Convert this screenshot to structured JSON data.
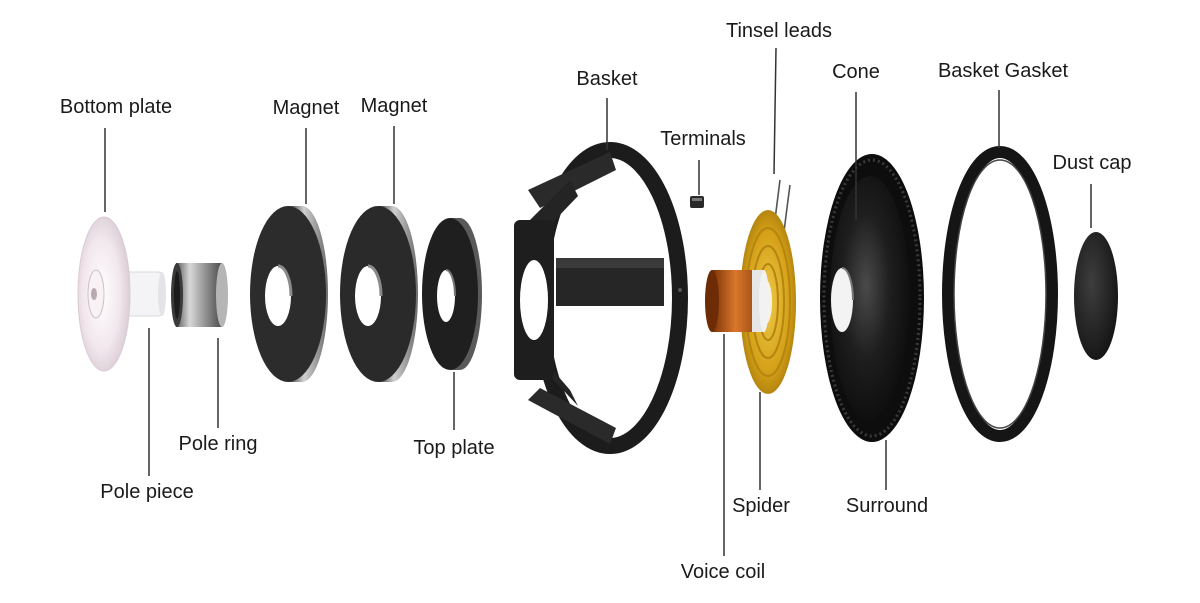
{
  "labels": {
    "bottom_plate": "Bottom plate",
    "magnet_1": "Magnet",
    "magnet_2": "Magnet",
    "basket": "Basket",
    "terminals": "Terminals",
    "tinsel_leads": "Tinsel leads",
    "cone": "Cone",
    "basket_gasket": "Basket Gasket",
    "dust_cap": "Dust cap",
    "pole_ring": "Pole ring",
    "pole_piece": "Pole piece",
    "top_plate": "Top plate",
    "spider": "Spider",
    "surround": "Surround",
    "voice_coil": "Voice coil"
  },
  "colors": {
    "background": "#ffffff",
    "leader_line": "#333333",
    "label_text": "#1a1a1a",
    "bottom_plate": "#eee4ea",
    "metal": "#a9a9a9",
    "magnet": "#2b2b2b",
    "basket": "#1e1e1e",
    "voice_coil": "#c0621a",
    "spider": "#d4a017",
    "cone": "#151515",
    "gasket": "#141414",
    "dust_cap": "#202020"
  }
}
